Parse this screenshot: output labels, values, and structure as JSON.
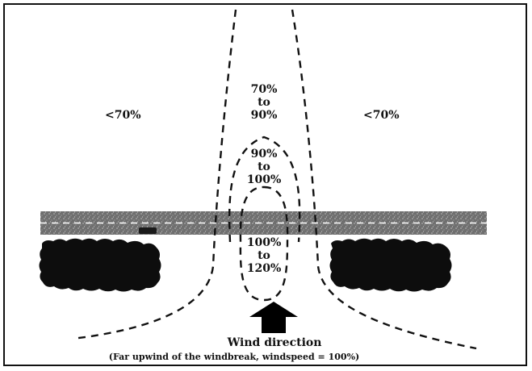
{
  "labels": {
    "left_zone": "<70%",
    "right_zone": "<70%",
    "outer_zone": [
      "70%",
      "to",
      "90%"
    ],
    "middle_zone": [
      "90%",
      "to",
      "100%"
    ],
    "inner_zone": [
      "100%",
      "to",
      "120%"
    ]
  },
  "wind": {
    "title": "Wind direction",
    "note": "(Far upwind of the windbreak, windspeed = 100%)"
  },
  "colors": {
    "road": "#7a7a7a",
    "hedge": "#0d0d0d",
    "line": "#111111"
  }
}
